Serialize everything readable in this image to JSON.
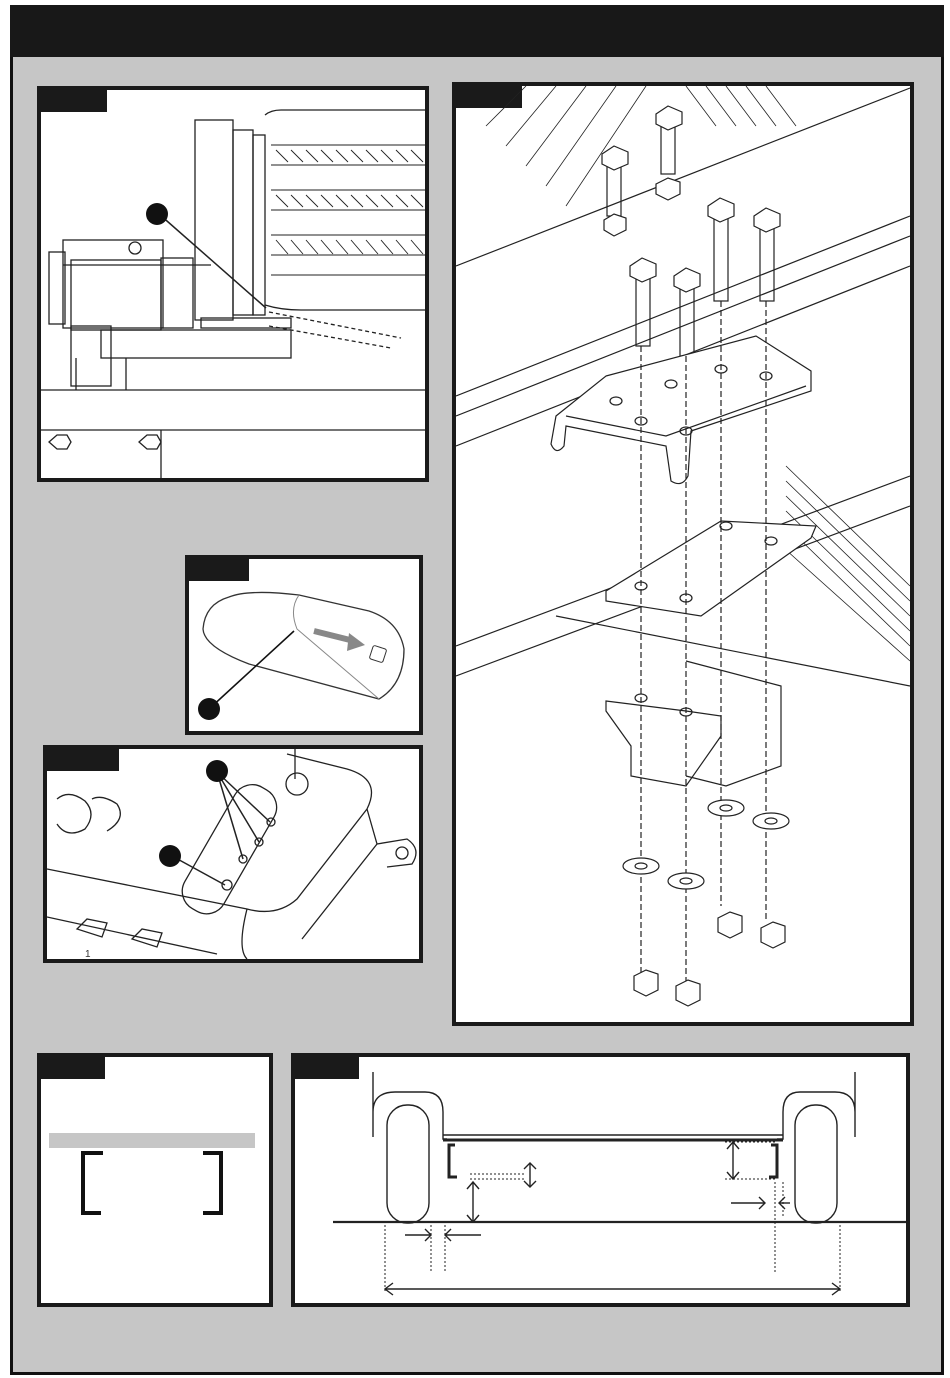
{
  "page": {
    "title": "",
    "background_color": "#c6c6c6",
    "frame_color": "#1a1a1a"
  },
  "panels": [
    {
      "id": "opener-detail",
      "tab_label": "",
      "description_label": ""
    },
    {
      "id": "remote-control",
      "tab_label": ""
    },
    {
      "id": "control-board",
      "tab_label": ""
    },
    {
      "id": "mounting-bracket-exploded",
      "tab_label": ""
    },
    {
      "id": "channel-profile",
      "tab_label": ""
    },
    {
      "id": "rail-clearance-dimensions",
      "tab_label": ""
    }
  ],
  "board": {
    "pcb_marking": "1"
  }
}
